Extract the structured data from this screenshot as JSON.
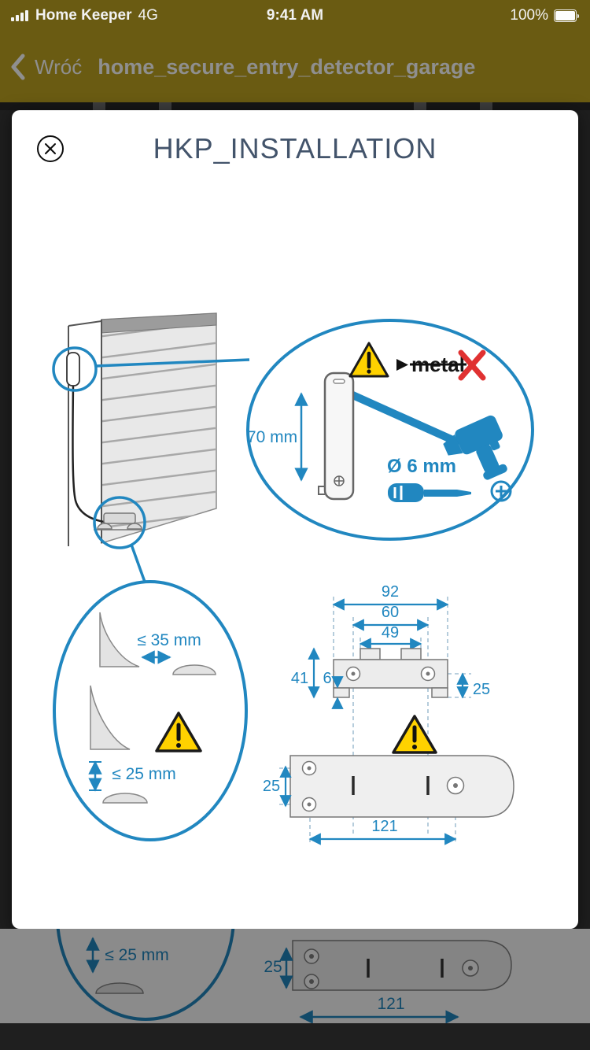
{
  "status_bar": {
    "carrier": "Home Keeper",
    "network": "4G",
    "time": "9:41 AM",
    "battery_percent": "100%"
  },
  "nav_bar": {
    "back_label": "Wróć",
    "title": "home_secure_entry_detector_garage"
  },
  "modal": {
    "title": "HKP_INSTALLATION"
  },
  "diagram": {
    "sensor_height": "70 mm",
    "metal_label": "metal",
    "drill_diameter": "Ø 6 mm",
    "gap_max": "≤ 35 mm",
    "bump_max": "≤ 25 mm",
    "dims": {
      "outer_width": "92",
      "hole_spacing": "60",
      "tab_width": "49",
      "bracket_height": "41",
      "foot_height": "6",
      "magnet_offset": "25",
      "plate_offset": "25",
      "plate_span": "121"
    }
  },
  "background_page": {
    "bump_max": "≤ 25 mm",
    "plate_offset": "25",
    "plate_span": "121"
  },
  "colors": {
    "accent_blue": "#2187c0",
    "title_navy": "#43546b",
    "warning_yellow": "#ffd200",
    "danger_red": "#e03131",
    "header_olive": "#6a5b12"
  }
}
